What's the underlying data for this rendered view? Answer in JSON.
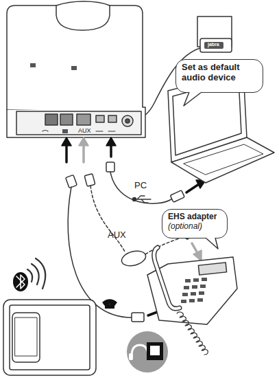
{
  "diagram": {
    "nodes": [
      {
        "text": [
          "Set as default audio device"
        ]
      },
      {
        "text": [
          "EHS adapter",
          "(optional)"
        ]
      }
    ],
    "labels": [
      "jabra",
      "AUX",
      "PC",
      "AUX"
    ]
  }
}
